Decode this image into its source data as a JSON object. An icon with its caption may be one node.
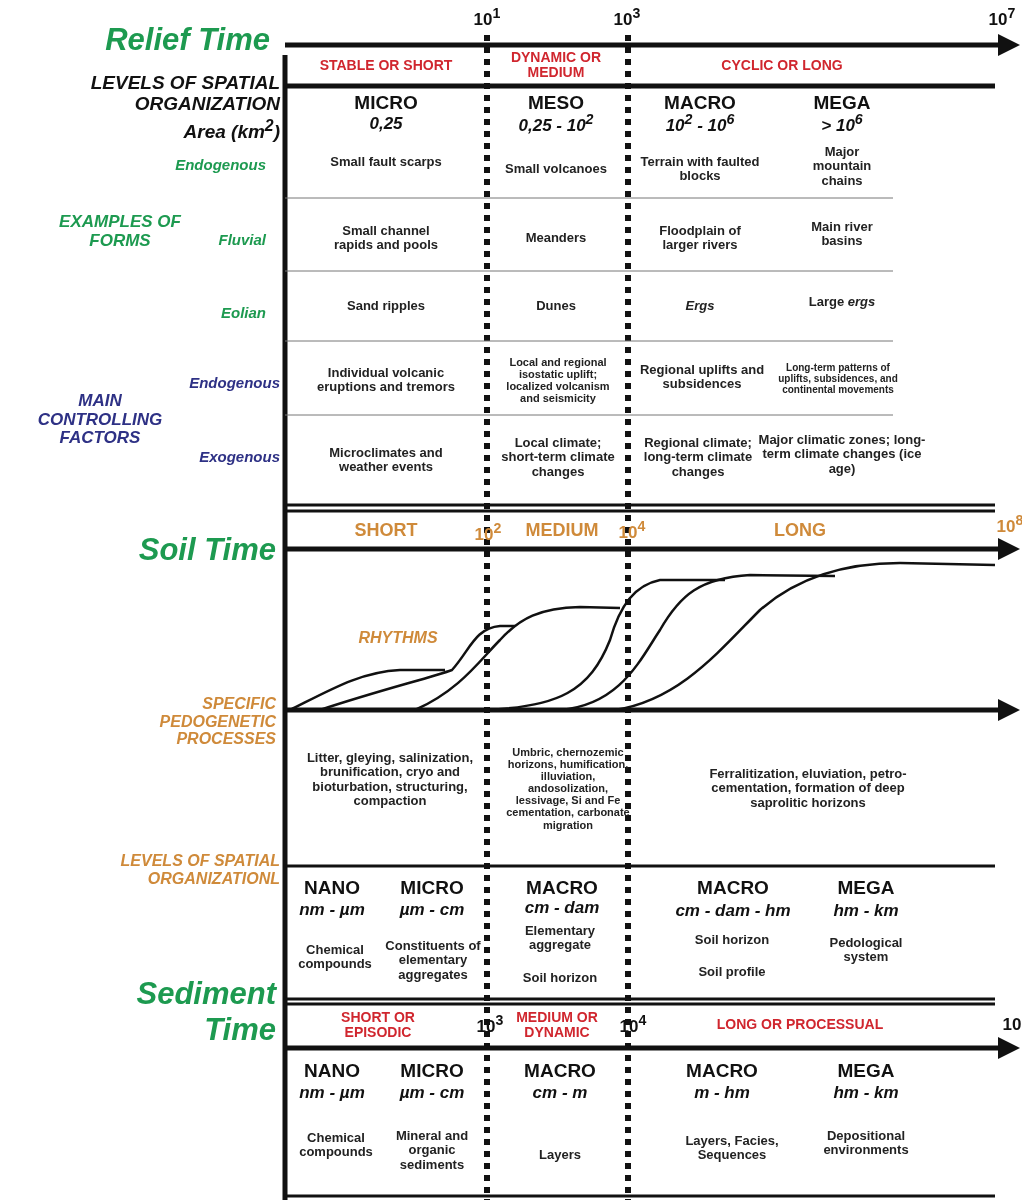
{
  "diagram": {
    "labels": [
      "Relief Time",
      "10$^{1}$",
      "10$^{3}$",
      "10$^{7}$",
      "STABLE OR SHORT",
      "DYNAMIC OR MEDIUM",
      "CYCLIC OR LONG",
      "LEVELS OF SPATIAL ORGANIZATION",
      "Area (km$^{2}$)",
      "MICRO",
      "0,25",
      "MESO",
      "0,25 - 10$^{2}$",
      "MACRO",
      "10$^{2}$ - 10$^{6}$",
      "MEGA",
      "> 10$^{6}$",
      "Endogenous",
      "Small fault scarps",
      "Small volcanoes",
      "Terrain with faulted blocks",
      "Major mountain chains",
      "EXAMPLES OF FORMS",
      "Fluvial",
      "Small channel rapids and pools",
      "Meanders",
      "Floodplain of larger rivers",
      "Main river basins",
      "Eolian",
      "Sand ripples",
      "Dunes",
      "Ergs",
      "Large *ergs*",
      "Endogenous",
      "Individual volcanic eruptions and tremors",
      "Local and regional isostatic uplift; localized volcanism and seismicity",
      "Regional uplifts and subsidences",
      "Long-term patterns of uplifts, subsidences, and continental movements",
      "MAIN CONTROLLING FACTORS",
      "Exogenous",
      "Microclimates and weather events",
      "Local climate; short-term climate changes",
      "Regional climate; long-term climate changes",
      "Major climatic zones; long-term climate changes (ice age)",
      "Soil Time",
      "SHORT",
      "10$^{2}$",
      "MEDIUM",
      "10$^{4}$",
      "LONG",
      "10$^{8}$",
      "RHYTHMS",
      "SPECIFIC PEDOGENETIC PROCESSES",
      "Litter, gleying, salinization, brunification, cryo and bioturbation, structuring, compaction",
      "Umbric, chernozemic horizons, humification, illuviation, andosolization, lessivage, Si and Fe cementation, carbonate migration",
      "Ferralitization, eluviation, petro-cementation, formation of deep saprolitic horizons",
      "LEVELS OF SPATIAL ORGANIZATIONL",
      "NANO",
      "nm - µm",
      "MICRO",
      "µm - cm",
      "MACRO",
      "cm - dam",
      "MACRO",
      "cm - dam - hm",
      "MEGA",
      "hm - km",
      "Chemical compounds",
      "Constituents of elementary aggregates",
      "Elementary aggregate",
      "Soil horizon",
      "Soil horizon",
      "Soil profile",
      "Pedological system",
      "Sediment Time",
      "SHORT OR EPISODIC",
      "10$^{3}$",
      "MEDIUM OR DYNAMIC",
      "10$^{4}$",
      "LONG OR PROCESSUAL",
      "10",
      "NANO",
      "nm - µm",
      "MICRO",
      "µm - cm",
      "MACRO",
      "cm - m",
      "MACRO",
      "m - hm",
      "MEGA",
      "hm - km",
      "Chemical compounds",
      "Mineral and organic sediments",
      "Layers",
      "Layers, Facies, Sequences",
      "Depositional environments"
    ]
  }
}
